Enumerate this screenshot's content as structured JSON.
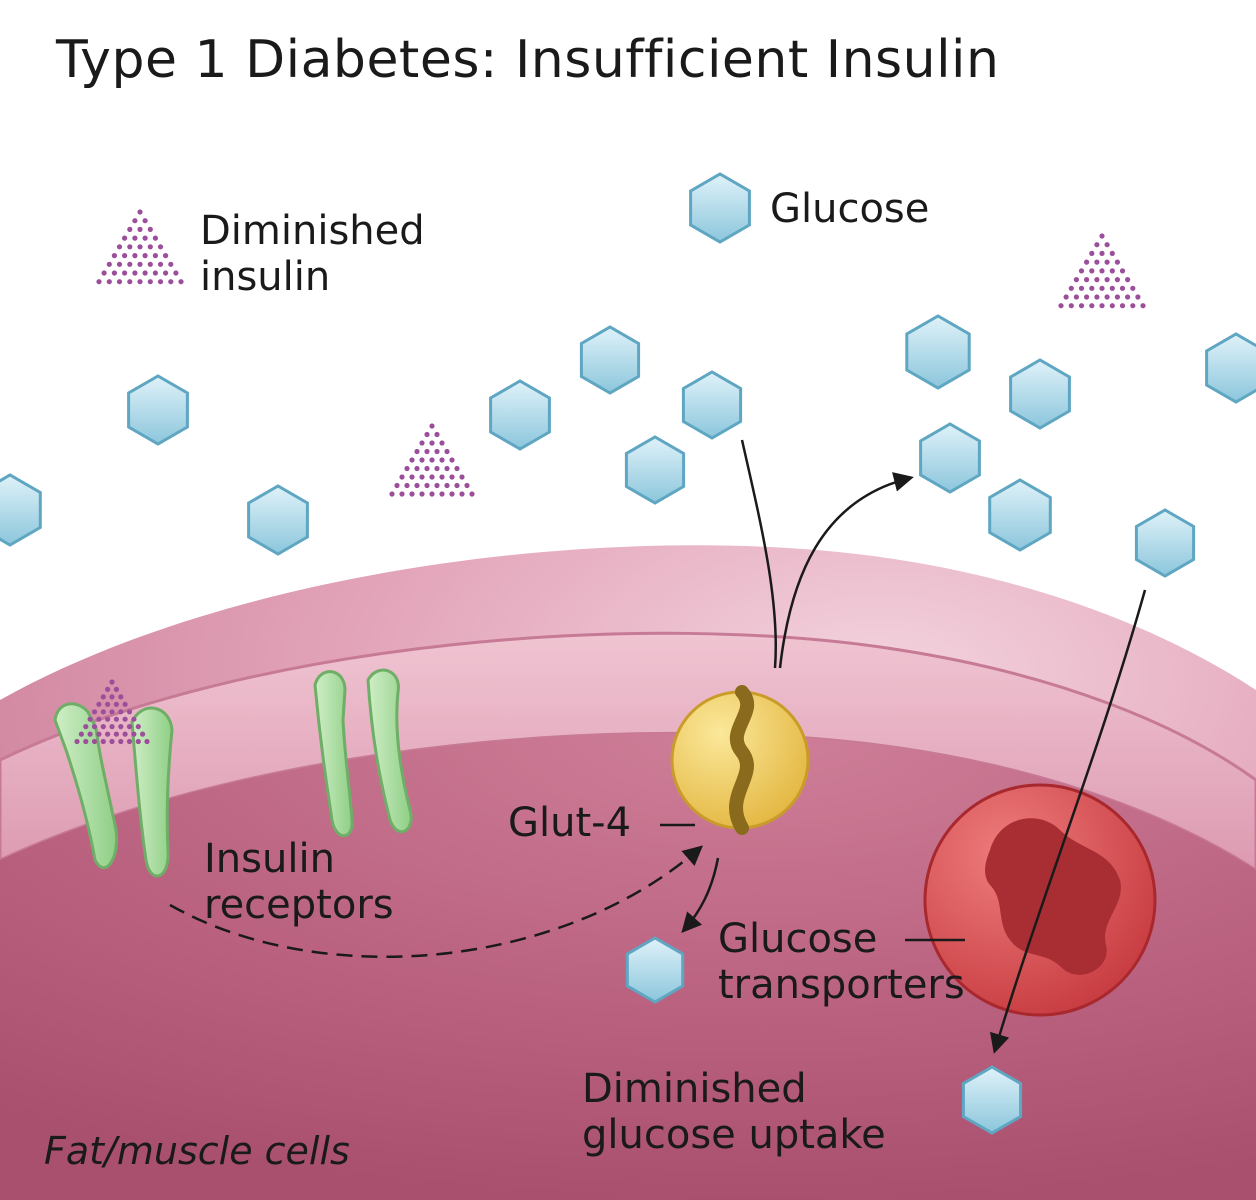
{
  "title": "Type 1 Diabetes: Insufficient Insulin",
  "legend": {
    "insulin_line1": "Diminished",
    "insulin_line2": "insulin",
    "glucose": "Glucose"
  },
  "labels": {
    "glut4": "Glut-4",
    "insulin_receptors_line1": "Insulin",
    "insulin_receptors_line2": "receptors",
    "glucose_transporters_line1": "Glucose",
    "glucose_transporters_line2": "transporters",
    "uptake_line1": "Diminished",
    "uptake_line2": "glucose uptake",
    "cell_type": "Fat/muscle cells"
  },
  "colors": {
    "cell_outer": "#d98ba3",
    "cell_membrane": "#e6aec0",
    "cell_inner": "#c06a86",
    "glucose": "#a9d8ea",
    "insulin": "#9b4f9a",
    "glut4": "#f1cf5e",
    "transporter": "#d74a4e",
    "receptor": "#a9dba0"
  }
}
